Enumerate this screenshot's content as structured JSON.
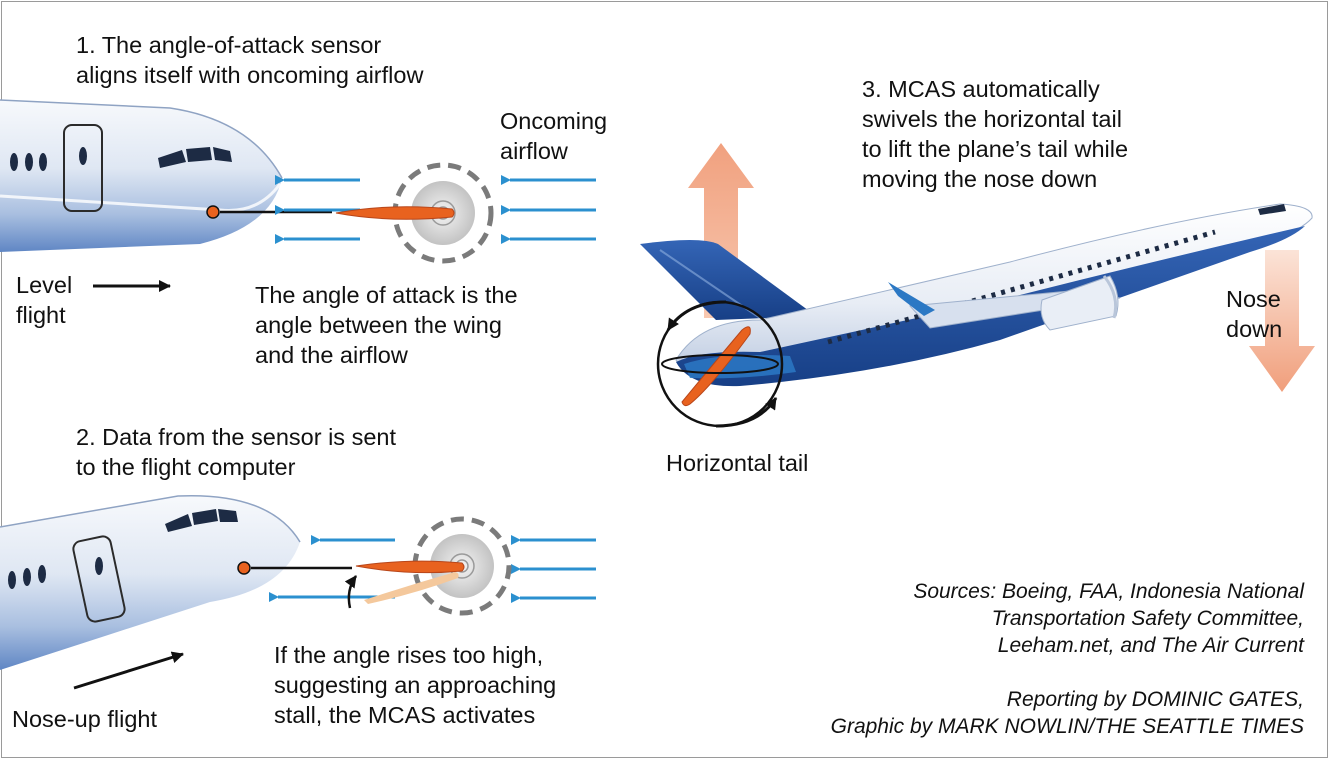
{
  "step1": {
    "lines": [
      "1. The angle-of-attack sensor",
      "aligns itself with oncoming airflow"
    ]
  },
  "airflow_label": {
    "lines": [
      "Oncoming",
      "airflow"
    ]
  },
  "level_flight_label": {
    "lines": [
      "Level",
      "flight"
    ]
  },
  "definition": {
    "lines": [
      "The angle of attack is the",
      "angle between the wing",
      "and the airflow"
    ]
  },
  "step2": {
    "lines": [
      "2. Data from the sensor is sent",
      "to the flight computer"
    ]
  },
  "nose_up_label": "Nose-up flight",
  "activation": {
    "lines": [
      "If the angle rises too high,",
      "suggesting an approaching",
      "stall, the MCAS activates"
    ]
  },
  "step3": {
    "lines": [
      "3. MCAS automatically",
      "swivels the horizontal tail",
      "to lift the plane’s tail while",
      "moving the nose down"
    ]
  },
  "nose_down_label": {
    "lines": [
      "Nose",
      "down"
    ]
  },
  "horizontal_tail_label": "Horizontal tail",
  "sources": {
    "lines": [
      "Sources: Boeing, FAA, Indonesia National",
      "Transportation Safety Committee,",
      "Leeham.net, and The Air Current"
    ]
  },
  "credits": {
    "lines": [
      "Reporting by DOMINIC GATES,",
      "Graphic by MARK NOWLIN/THE SEATTLE TIMES"
    ]
  },
  "colors": {
    "fuselage_blue": "#1f4e9c",
    "fuselage_light": "#c9d8ee",
    "airflow_arrow": "#2b90cf",
    "sensor_vane": "#e8621f",
    "sensor_vane_ghost": "#f4c89c",
    "force_arrow": "#f2a27c",
    "sensor_dial": "#c8c8c8"
  }
}
